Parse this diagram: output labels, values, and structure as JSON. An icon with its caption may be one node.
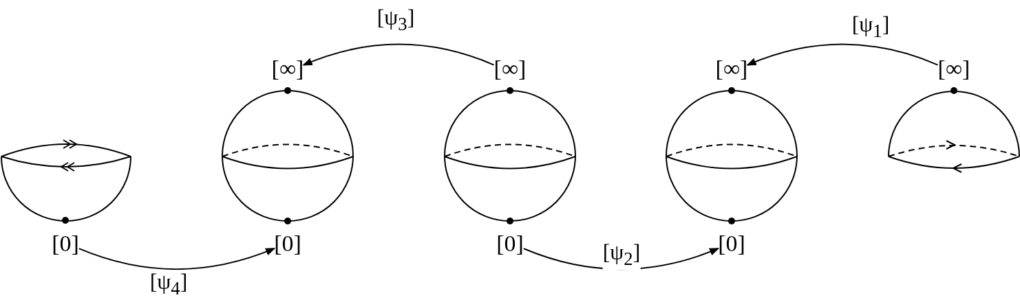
{
  "diagram": {
    "nodes": [
      {
        "text": [
          "[∞]"
        ]
      },
      {
        "text": [
          "[∞]"
        ]
      },
      {
        "text": [
          "[∞]"
        ]
      },
      {
        "text": [
          "[∞]"
        ]
      },
      {
        "text": [
          "[0]"
        ]
      },
      {
        "text": [
          "[0]"
        ]
      },
      {
        "text": [
          "[0]"
        ]
      },
      {
        "text": [
          "[0]"
        ]
      }
    ],
    "edges": [
      {
        "from": 1,
        "to": 0,
        "arrow": "to",
        "label": "[ψ$_{3}$]"
      },
      {
        "from": 3,
        "to": 2,
        "arrow": "to",
        "label": "[ψ$_{1}$]"
      },
      {
        "from": 4,
        "to": 5,
        "arrow": "to",
        "label": "[ψ$_{4}$]"
      },
      {
        "from": 6,
        "to": 7,
        "arrow": "to",
        "label": "[ψ$_{2}$]"
      }
    ]
  }
}
